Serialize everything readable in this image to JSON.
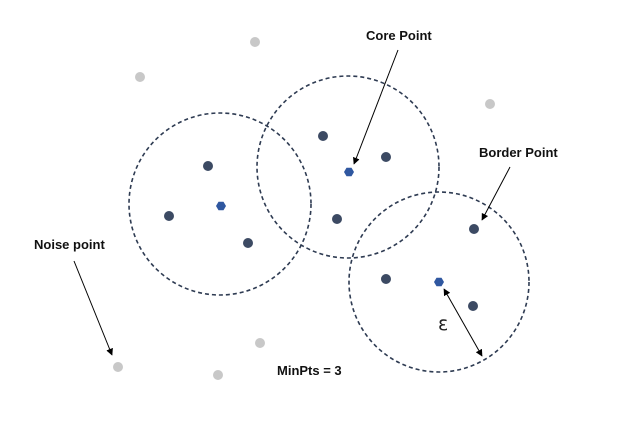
{
  "labels": {
    "core_point": "Core Point",
    "border_point": "Border Point",
    "noise_point": "Noise point",
    "min_pts": "MinPts = 3",
    "epsilon": "ε"
  },
  "colors": {
    "background": "#ffffff",
    "neighborhood_stroke": "#2e3b52",
    "member_point": "#3c4a63",
    "core_point": "#2f57a0",
    "noise_point": "#c8c8c8",
    "arrow": "#000000"
  },
  "legend": {
    "neighborhood_style": "dashed circle",
    "core_marker": "blue hexagon",
    "member_marker": "dark slate dot",
    "noise_marker": "light gray dot"
  }
}
